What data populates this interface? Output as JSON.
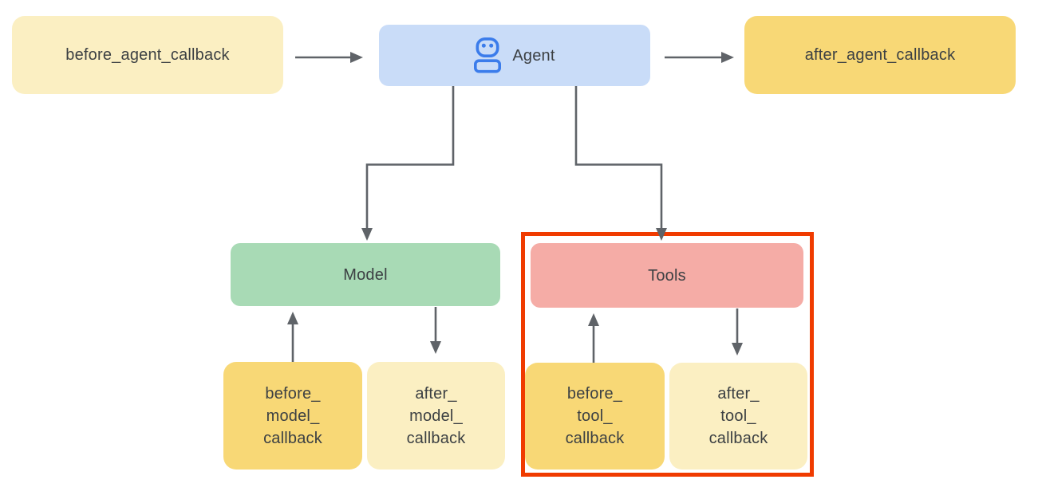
{
  "diagram": {
    "type": "flowchart",
    "description": "Agent callback flow diagram with the Tools branch highlighted in red",
    "nodes": {
      "before_agent": {
        "label": "before_agent_callback"
      },
      "agent": {
        "label": "Agent",
        "icon": "robot-icon"
      },
      "after_agent": {
        "label": "after_agent_callback"
      },
      "model": {
        "label": "Model"
      },
      "tools": {
        "label": "Tools"
      },
      "before_model": {
        "label": "before_\nmodel_\ncallback"
      },
      "after_model": {
        "label": "after_\nmodel_\ncallback"
      },
      "before_tool": {
        "label": "before_\ntool_\ncallback"
      },
      "after_tool": {
        "label": "after_\ntool_\ncallback"
      }
    },
    "edges": [
      {
        "from": "before_agent",
        "to": "agent"
      },
      {
        "from": "agent",
        "to": "after_agent"
      },
      {
        "from": "agent",
        "to": "model"
      },
      {
        "from": "agent",
        "to": "tools"
      },
      {
        "from": "before_model",
        "to": "model"
      },
      {
        "from": "model",
        "to": "after_model"
      },
      {
        "from": "before_tool",
        "to": "tools"
      },
      {
        "from": "tools",
        "to": "after_tool"
      }
    ],
    "highlight": {
      "around": [
        "tools",
        "before_tool",
        "after_tool"
      ],
      "style": "red-outline"
    }
  },
  "colors": {
    "background": "#FFFFFF",
    "box-pale-yellow": "#FBEFC2",
    "box-gold": "#F8D876",
    "box-blue": "#C9DCF8",
    "box-green": "#A8DAB5",
    "box-pink": "#F5ACA6",
    "robot-blue": "#3B7CEB",
    "highlight-red": "#F03B00",
    "arrow-gray": "#5F6368",
    "text-dark": "#3C4043"
  }
}
